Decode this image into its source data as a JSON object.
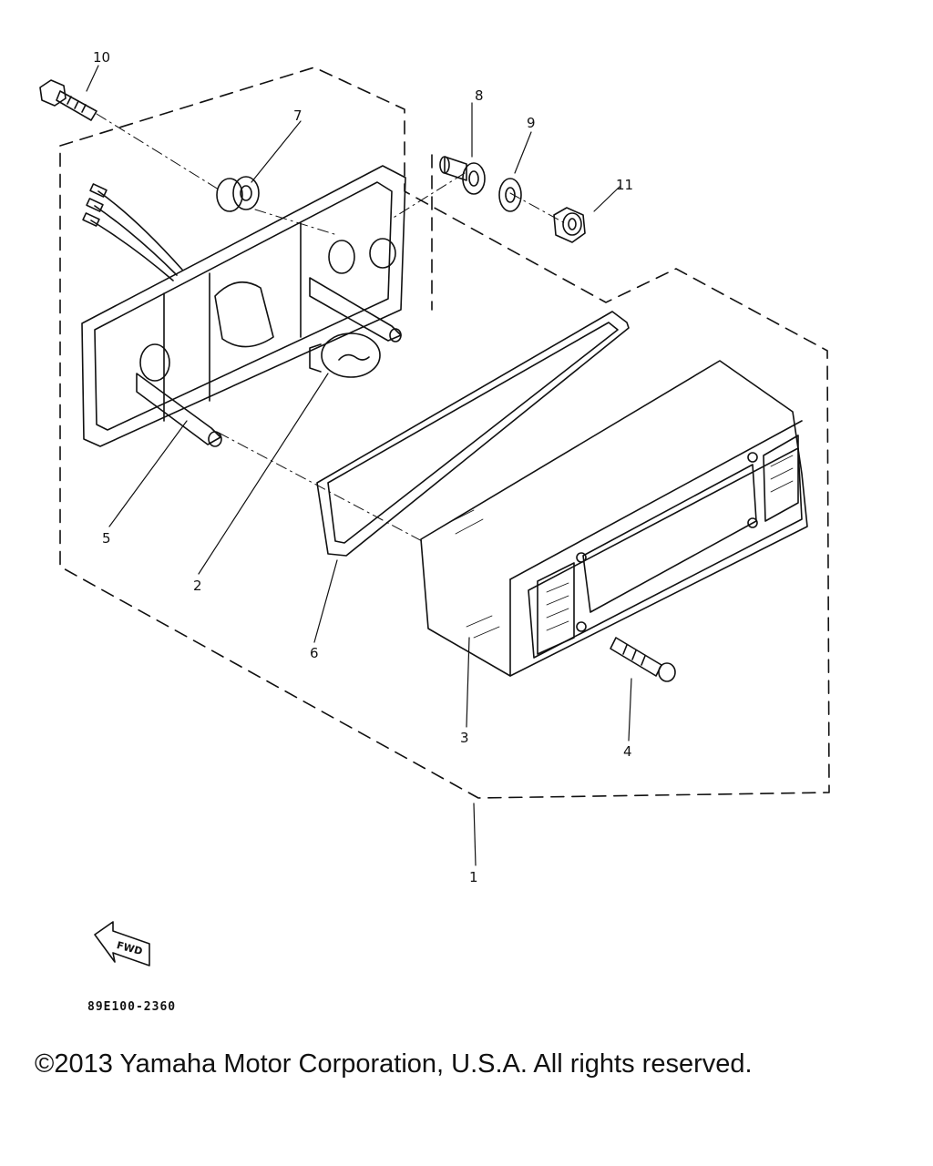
{
  "diagram": {
    "callouts": {
      "c1": "1",
      "c2": "2",
      "c3": "3",
      "c4": "4",
      "c5": "5",
      "c6": "6",
      "c7": "7",
      "c8": "8",
      "c9": "9",
      "c10": "10",
      "c11": "11"
    },
    "fwd_label": "FWD",
    "drawing_code": "89E100-2360"
  },
  "footer": {
    "copyright": "©2013 Yamaha Motor Corporation, U.S.A. All rights reserved."
  },
  "colors": {
    "ink": "#111111",
    "background": "#ffffff"
  }
}
